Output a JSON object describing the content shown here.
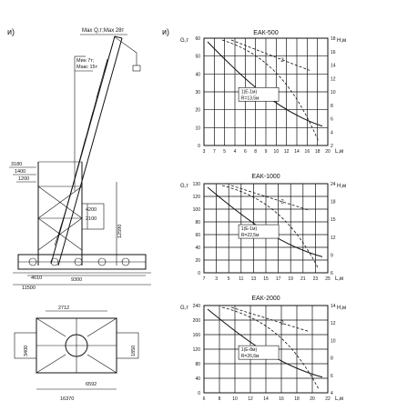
{
  "left_panel": {
    "label": "и)",
    "top_annotation": "Мах Q,т;Мах 28т",
    "inner_annotation_1": "Мин 7т;",
    "inner_annotation_2": "Макс 15т",
    "dims": {
      "d1": "3180",
      "d2": "1400",
      "d3": "1200",
      "d4": "4200",
      "d5": "2100",
      "d6": "12590",
      "d7": "4610",
      "d8": "9300",
      "d9": "11500",
      "plan_top": "2712",
      "plan_left": "3400",
      "plan_right": "1850",
      "plan_bottom": "6592",
      "plan_foot": "16370"
    }
  },
  "right_panel_label": "и)",
  "charts": [
    {
      "id": "eak500",
      "title": "ЕАК-500",
      "y_label": "G,т",
      "right_label": "Н,м",
      "x_label": "L,м",
      "y_ticks": [
        "60",
        "50",
        "40",
        "30",
        "20",
        "10",
        "0"
      ],
      "right_ticks": [
        "18",
        "16",
        "14",
        "12",
        "10",
        "8",
        "6",
        "4",
        "2"
      ],
      "x_ticks": [
        "3",
        "7",
        "5",
        "4",
        "6",
        "8",
        "9",
        "10",
        "12",
        "14",
        "16",
        "18",
        "20"
      ],
      "annotation_1": "1(Е-1м)",
      "annotation_2": "R=13,5м",
      "marker": "2"
    },
    {
      "id": "eak1000",
      "title": "ЕАК-1000",
      "y_label": "G,т",
      "right_label": "Н,м",
      "x_label": "L,м",
      "y_ticks": [
        "130",
        "120",
        "100",
        "80",
        "60",
        "40",
        "20",
        "0"
      ],
      "right_ticks": [
        "24",
        "18",
        "15",
        "12",
        "9",
        "6"
      ],
      "x_ticks": [
        "7",
        "3",
        "5",
        "11",
        "13",
        "15",
        "17",
        "19",
        "21",
        "23",
        "25"
      ],
      "annotation_1": "1(Е-1м)",
      "annotation_2": "R=22,5м",
      "marker": "2"
    },
    {
      "id": "eak2000",
      "title": "ЕАК-2000",
      "y_label": "G,т",
      "right_label": "Н,м",
      "x_label": "L,м",
      "y_ticks": [
        "240",
        "200",
        "160",
        "120",
        "80",
        "40",
        "0"
      ],
      "right_ticks": [
        "14",
        "12",
        "10",
        "8",
        "6",
        "4"
      ],
      "x_ticks": [
        "6",
        "8",
        "10",
        "12",
        "14",
        "16",
        "18",
        "20",
        "22"
      ],
      "annotation_1": "1(Е-8м)",
      "annotation_2": "R=26,6м",
      "marker": "2"
    }
  ]
}
